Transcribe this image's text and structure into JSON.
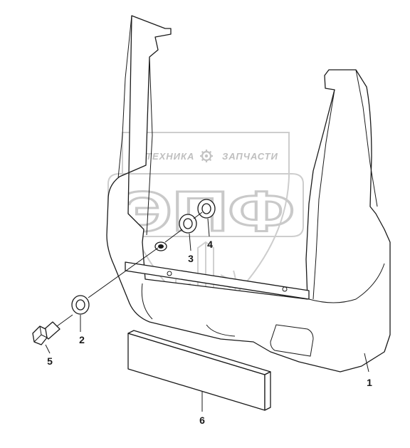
{
  "watermark": {
    "tagline_left": "ТЕХНИКА",
    "tagline_right": "ЗАПЧАСТИ",
    "letters": "ЭПФ",
    "gear_icon": "gear-icon",
    "color": "#c4c4c4"
  },
  "callouts": [
    {
      "id": "1",
      "label": "1",
      "part": "bracket"
    },
    {
      "id": "2",
      "label": "2",
      "part": "washer-lower"
    },
    {
      "id": "3",
      "label": "3",
      "part": "washer-upper-small"
    },
    {
      "id": "4",
      "label": "4",
      "part": "washer-upper-large"
    },
    {
      "id": "5",
      "label": "5",
      "part": "bolt"
    },
    {
      "id": "6",
      "label": "6",
      "part": "pad"
    }
  ],
  "colors": {
    "line": "#1a1a1a",
    "background": "#ffffff"
  }
}
